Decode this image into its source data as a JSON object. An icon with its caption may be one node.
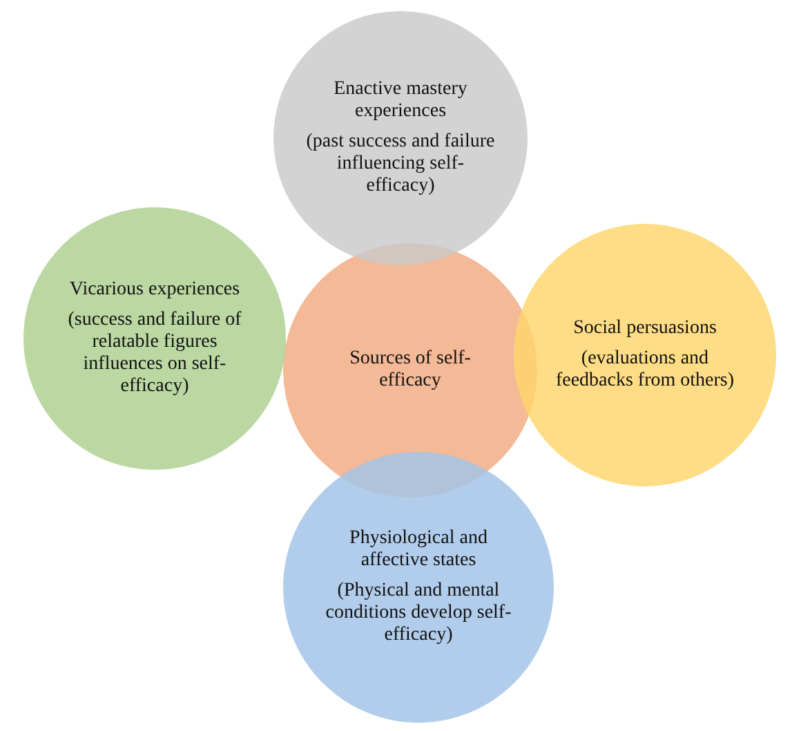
{
  "diagram": {
    "nodes": [
      {
        "text": [
          "Enactive mastery experiences",
          "(past success and failure influencing self-efficacy)"
        ]
      },
      {
        "text": [
          "Vicarious experiences",
          "(success and failure of relatable figures influences on self-efficacy)"
        ]
      },
      {
        "text": [
          "Sources of self-efficacy"
        ]
      },
      {
        "text": [
          "Social persuasions",
          "(evaluations and feedbacks from others)"
        ]
      },
      {
        "text": [
          "Physiological and affective states",
          "(Physical and mental conditions develop self-efficacy)"
        ]
      }
    ],
    "edges": []
  }
}
